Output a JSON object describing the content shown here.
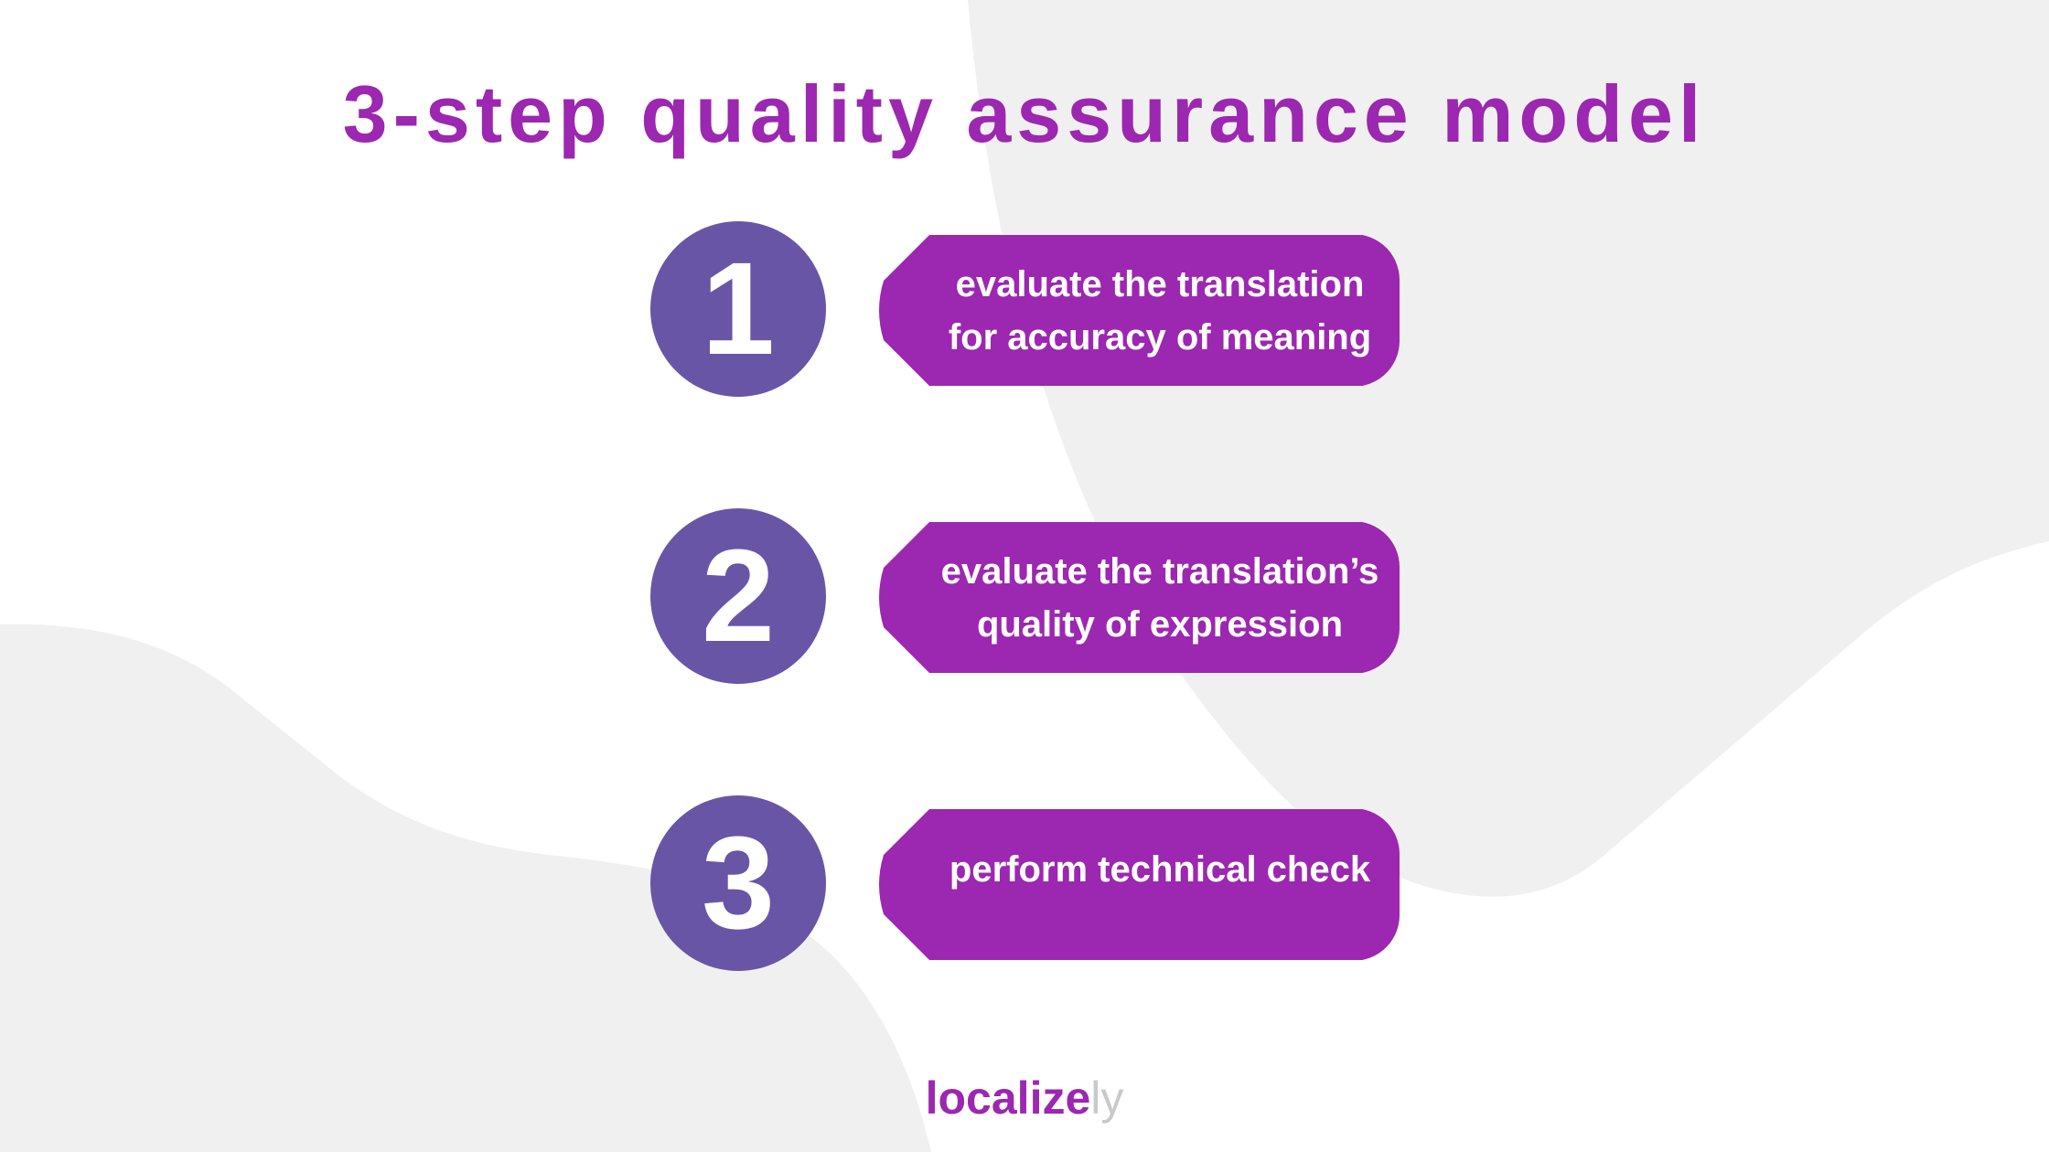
{
  "title": "3-step quality assurance model",
  "steps": [
    {
      "number": "1",
      "text": "evaluate the translation\nfor accuracy of meaning"
    },
    {
      "number": "2",
      "text": "evaluate the translation’s\nquality of expression"
    },
    {
      "number": "3",
      "text": "perform technical check"
    }
  ],
  "logo": {
    "main": "localize",
    "suffix": "ly"
  },
  "colors": {
    "title": "#9c27b0",
    "circle": "#6955a6",
    "tag": "#9c27b0",
    "background": "#ffffff",
    "background_shape": "#f1f0f1",
    "logo_main": "#9c27b0",
    "logo_suffix": "#c9c9c9"
  }
}
